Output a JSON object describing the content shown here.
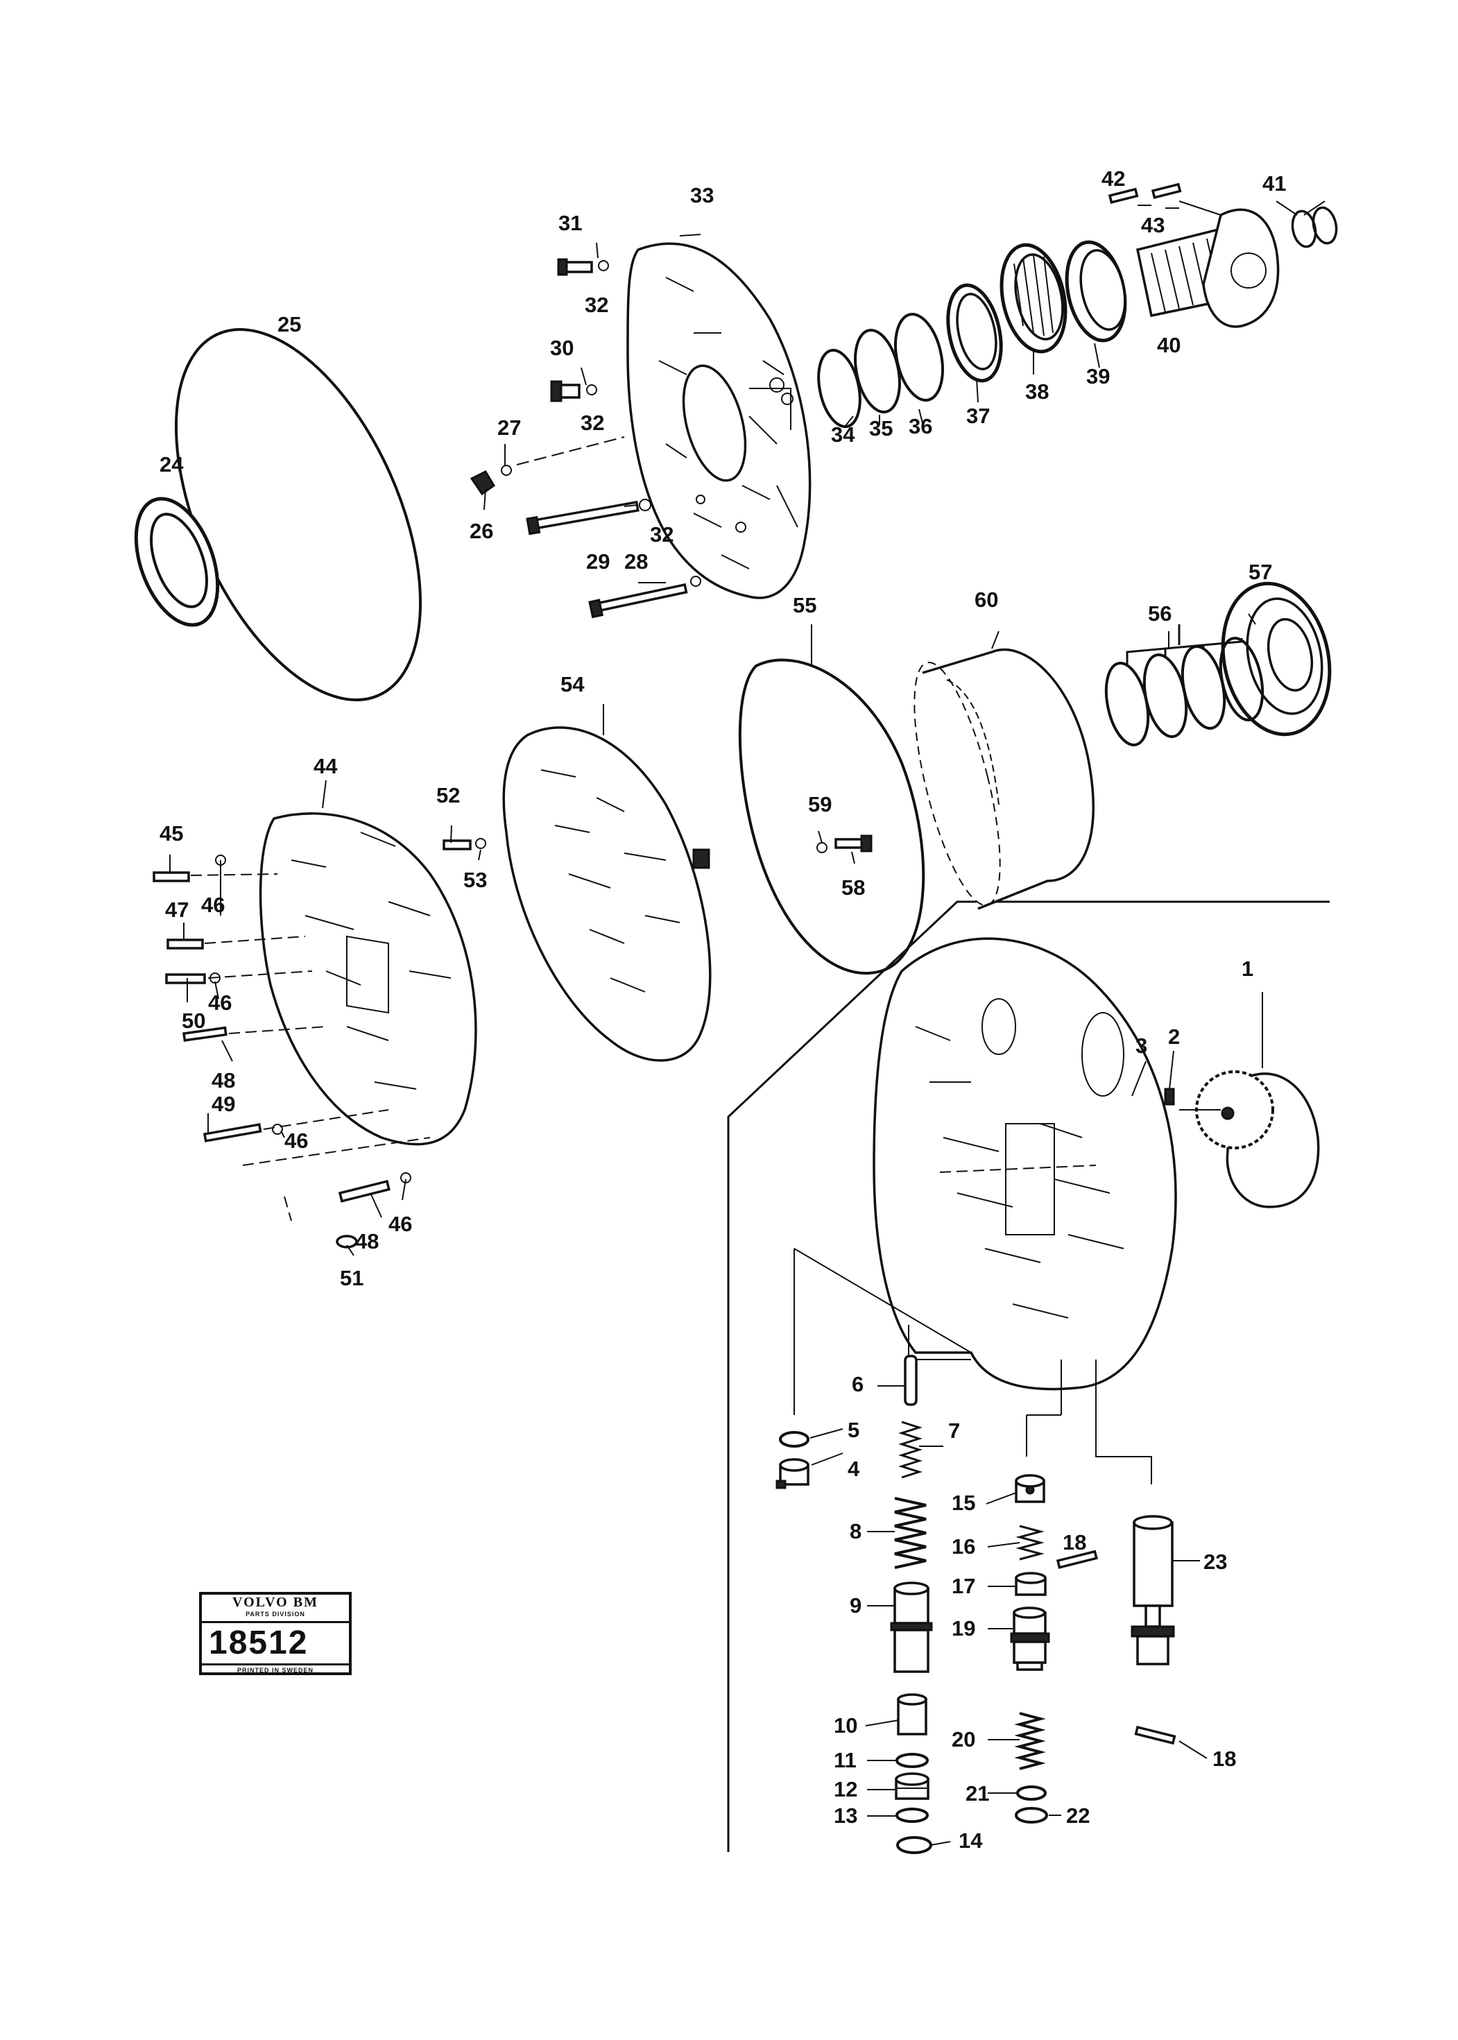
{
  "labels": {
    "l1": "1",
    "l2": "2",
    "l3": "3",
    "l4": "4",
    "l5": "5",
    "l6": "6",
    "l7": "7",
    "l8": "8",
    "l9": "9",
    "l10": "10",
    "l11": "11",
    "l12": "12",
    "l13": "13",
    "l14": "14",
    "l15": "15",
    "l16": "16",
    "l17": "17",
    "l18a": "18",
    "l18b": "18",
    "l19": "19",
    "l20": "20",
    "l21": "21",
    "l22": "22",
    "l23": "23",
    "l24": "24",
    "l25": "25",
    "l26": "26",
    "l27": "27",
    "l28": "28",
    "l29": "29",
    "l30": "30",
    "l31": "31",
    "l32a": "32",
    "l32b": "32",
    "l32c": "32",
    "l33": "33",
    "l34": "34",
    "l35": "35",
    "l36": "36",
    "l37": "37",
    "l38": "38",
    "l39": "39",
    "l40": "40",
    "l41": "41",
    "l42": "42",
    "l43": "43",
    "l44": "44",
    "l45": "45",
    "l46a": "46",
    "l46b": "46",
    "l46c": "46",
    "l46d": "46",
    "l47": "47",
    "l48a": "48",
    "l48b": "48",
    "l49": "49",
    "l50": "50",
    "l51": "51",
    "l52": "52",
    "l53": "53",
    "l54": "54",
    "l55": "55",
    "l56": "56",
    "l57": "57",
    "l58": "58",
    "l59": "59",
    "l60": "60"
  },
  "stamp": {
    "brand": "VOLVO BM",
    "division": "PARTS DIVISION",
    "number": "18512",
    "footer": "PRINTED IN SWEDEN"
  }
}
